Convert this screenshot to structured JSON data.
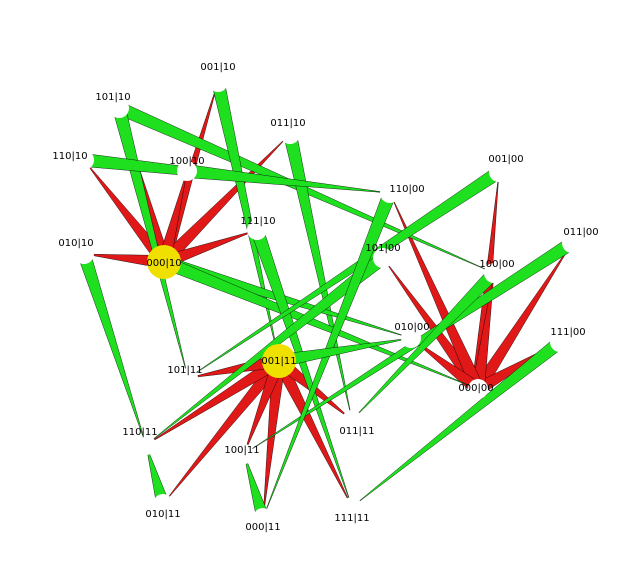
{
  "diagram": {
    "colors": {
      "green": "#1ee01e",
      "red": "#e01818",
      "highlight": "#f0e000",
      "node": "#ffffff",
      "label": "#000000"
    },
    "nodes": [
      {
        "id": "001|10",
        "label": "001|10",
        "highlighted": false
      },
      {
        "id": "101|10",
        "label": "101|10",
        "highlighted": false
      },
      {
        "id": "011|10",
        "label": "011|10",
        "highlighted": false
      },
      {
        "id": "110|10",
        "label": "110|10",
        "highlighted": false
      },
      {
        "id": "100|10",
        "label": "100|10",
        "highlighted": false
      },
      {
        "id": "001|00",
        "label": "001|00",
        "highlighted": false
      },
      {
        "id": "110|00",
        "label": "110|00",
        "highlighted": false
      },
      {
        "id": "111|10",
        "label": "111|10",
        "highlighted": false
      },
      {
        "id": "010|10",
        "label": "010|10",
        "highlighted": false
      },
      {
        "id": "000|10",
        "label": "000|10",
        "highlighted": true
      },
      {
        "id": "101|00",
        "label": "101|00",
        "highlighted": false
      },
      {
        "id": "011|00",
        "label": "011|00",
        "highlighted": false
      },
      {
        "id": "100|00",
        "label": "100|00",
        "highlighted": false
      },
      {
        "id": "010|00",
        "label": "010|00",
        "highlighted": false
      },
      {
        "id": "111|00",
        "label": "111|00",
        "highlighted": false
      },
      {
        "id": "001|11",
        "label": "001|11",
        "highlighted": true
      },
      {
        "id": "101|11",
        "label": "101|11",
        "highlighted": false
      },
      {
        "id": "000|00",
        "label": "000|00",
        "highlighted": false
      },
      {
        "id": "011|11",
        "label": "011|11",
        "highlighted": false
      },
      {
        "id": "110|11",
        "label": "110|11",
        "highlighted": false
      },
      {
        "id": "100|11",
        "label": "100|11",
        "highlighted": false
      },
      {
        "id": "010|11",
        "label": "010|11",
        "highlighted": false
      },
      {
        "id": "000|11",
        "label": "000|11",
        "highlighted": false
      },
      {
        "id": "111|11",
        "label": "111|11",
        "highlighted": false
      }
    ],
    "edges": [
      {
        "from": "000|10",
        "to": "101|10",
        "color": "red"
      },
      {
        "from": "000|10",
        "to": "110|10",
        "color": "red"
      },
      {
        "from": "000|10",
        "to": "001|10",
        "color": "red"
      },
      {
        "from": "000|10",
        "to": "011|10",
        "color": "red"
      },
      {
        "from": "000|10",
        "to": "111|10",
        "color": "red"
      },
      {
        "from": "000|10",
        "to": "010|10",
        "color": "red"
      },
      {
        "from": "000|10",
        "to": "100|10",
        "color": "red"
      },
      {
        "from": "000|00",
        "to": "001|00",
        "color": "red"
      },
      {
        "from": "000|00",
        "to": "011|00",
        "color": "red"
      },
      {
        "from": "000|00",
        "to": "111|00",
        "color": "red"
      },
      {
        "from": "000|00",
        "to": "100|00",
        "color": "red"
      },
      {
        "from": "000|00",
        "to": "101|00",
        "color": "red"
      },
      {
        "from": "000|00",
        "to": "110|00",
        "color": "red"
      },
      {
        "from": "000|00",
        "to": "010|00",
        "color": "red"
      },
      {
        "from": "001|11",
        "to": "111|11",
        "color": "red"
      },
      {
        "from": "001|11",
        "to": "011|11",
        "color": "red"
      },
      {
        "from": "001|11",
        "to": "000|11",
        "color": "red"
      },
      {
        "from": "001|11",
        "to": "010|11",
        "color": "red"
      },
      {
        "from": "001|11",
        "to": "100|11",
        "color": "red"
      },
      {
        "from": "001|11",
        "to": "110|11",
        "color": "red"
      },
      {
        "from": "001|11",
        "to": "101|11",
        "color": "red"
      },
      {
        "from": "101|10",
        "to": "100|00",
        "color": "green"
      },
      {
        "from": "101|10",
        "to": "101|11",
        "color": "green"
      },
      {
        "from": "110|10",
        "to": "110|00",
        "color": "green"
      },
      {
        "from": "001|10",
        "to": "001|11",
        "color": "green"
      },
      {
        "from": "011|10",
        "to": "011|11",
        "color": "green"
      },
      {
        "from": "100|10",
        "to": "110|00",
        "color": "green"
      },
      {
        "from": "010|10",
        "to": "110|11",
        "color": "green"
      },
      {
        "from": "000|10",
        "to": "010|00",
        "color": "green"
      },
      {
        "from": "000|10",
        "to": "000|00",
        "color": "green"
      },
      {
        "from": "111|10",
        "to": "111|11",
        "color": "green"
      },
      {
        "from": "001|00",
        "to": "101|11",
        "color": "green"
      },
      {
        "from": "101|00",
        "to": "110|11",
        "color": "green"
      },
      {
        "from": "011|00",
        "to": "100|11",
        "color": "green"
      },
      {
        "from": "111|00",
        "to": "111|11",
        "color": "green"
      },
      {
        "from": "110|00",
        "to": "000|11",
        "color": "green"
      },
      {
        "from": "100|00",
        "to": "011|11",
        "color": "green"
      },
      {
        "from": "010|11",
        "to": "110|11",
        "color": "green"
      },
      {
        "from": "001|11",
        "to": "010|00",
        "color": "green"
      },
      {
        "from": "000|11",
        "to": "100|11",
        "color": "green"
      }
    ]
  }
}
